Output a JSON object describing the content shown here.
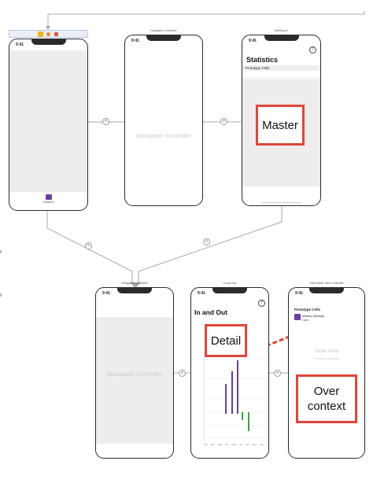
{
  "scenes": {
    "tab_bar_controller": {
      "time": "9:41",
      "tab_label": "Statistics"
    },
    "nav_controller_1": {
      "title": "Navigation Controller",
      "time": "9:41",
      "placeholder": "Navigation Controller"
    },
    "stat_report": {
      "title": "StatReport",
      "time": "9:41",
      "heading": "Statistics",
      "section": "Prototype Cells"
    },
    "nav_controller_2": {
      "title": "Navigation Controller",
      "time": "9:41",
      "placeholder": "Navigation Controller"
    },
    "in_and_out": {
      "title": "In and Out",
      "time": "9:41",
      "heading": "In and Out",
      "x_ticks": [
        "Jan",
        "Feb",
        "Mar",
        "Apr",
        "May",
        "Jun",
        "Jul",
        "Aug",
        "Sep"
      ]
    },
    "wait_month": {
      "title": "Wait Month View Controller",
      "time": "9:41",
      "section": "Prototype Cells",
      "cell_title": "Winery (Variety)",
      "cell_subtitle": "Date",
      "table_label": "Table View",
      "table_sub": "Prototype Content"
    }
  },
  "annotations": {
    "master": "Master",
    "detail": "Detail",
    "over_context": "Over context"
  },
  "colors": {
    "annotation": "#e0463a",
    "bar_purple": "#6a3fa0",
    "bar_green": "#4a9a4a"
  }
}
